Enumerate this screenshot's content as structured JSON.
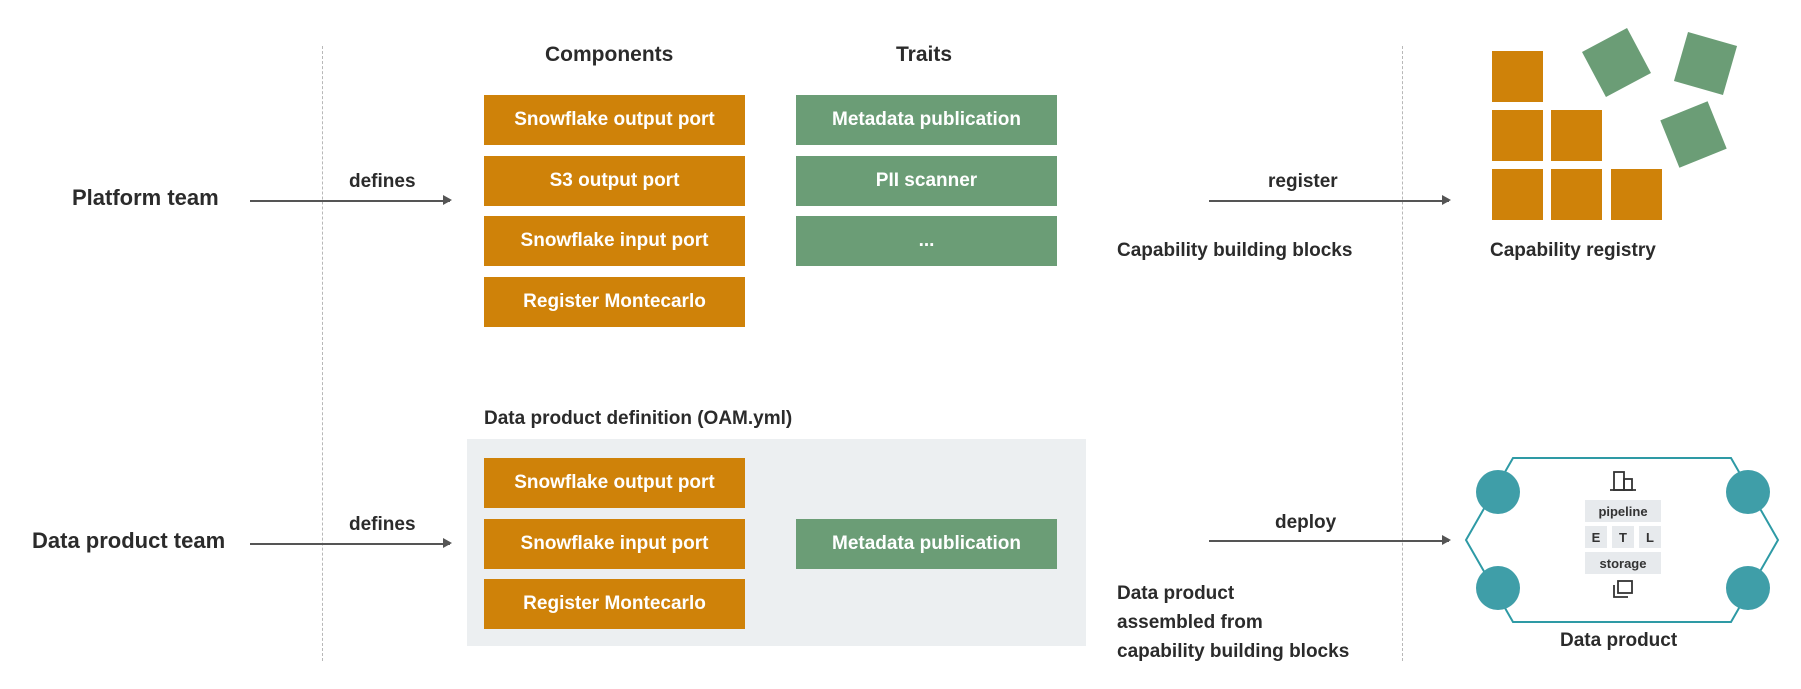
{
  "colors": {
    "component": "#cf8209",
    "trait": "#6b9d76",
    "hex_stroke": "#2e9aa5",
    "port": "#3f9ea8",
    "panel": "#eceff1"
  },
  "headers": {
    "components": "Components",
    "traits": "Traits"
  },
  "platform": {
    "team": "Platform team",
    "defines": "defines",
    "components": [
      "Snowflake output port",
      "S3 output port",
      "Snowflake input port",
      "Register Montecarlo"
    ],
    "traits": [
      "Metadata publication",
      "PII scanner",
      "..."
    ],
    "register": "register",
    "building_blocks": "Capability building blocks",
    "registry": "Capability registry"
  },
  "product": {
    "team": "Data product team",
    "defines": "defines",
    "definition_title": "Data product definition (OAM.yml)",
    "components": [
      "Snowflake output port",
      "Snowflake input port",
      "Register Montecarlo"
    ],
    "traits": [
      "Metadata publication"
    ],
    "deploy": "deploy",
    "assembled": [
      "Data product",
      "assembled from",
      "capability building blocks"
    ],
    "data_product_label": "Data product",
    "hex": {
      "pipeline": "pipeline",
      "etl": [
        "E",
        "T",
        "L"
      ],
      "storage": "storage",
      "top_icon": "building-icon",
      "bottom_icon": "copy-icon"
    }
  }
}
